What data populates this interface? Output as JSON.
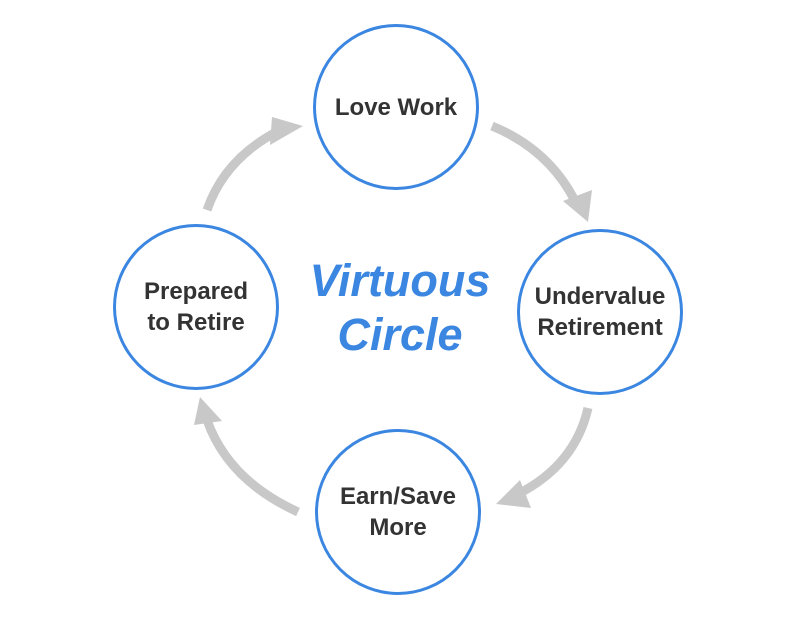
{
  "center": {
    "line1": "Virtuous",
    "line2": "Circle"
  },
  "nodes": {
    "top": {
      "line1": "Love Work"
    },
    "right": {
      "line1": "Undervalue",
      "line2": "Retirement"
    },
    "bottom": {
      "line1": "Earn/Save",
      "line2": "More"
    },
    "left": {
      "line1": "Prepared",
      "line2": "to Retire"
    }
  },
  "colors": {
    "accent": "#3a86e0",
    "arrow": "#c8c8c8",
    "node_text": "#333333"
  },
  "arrow_icon": "curved-arrow-clockwise"
}
